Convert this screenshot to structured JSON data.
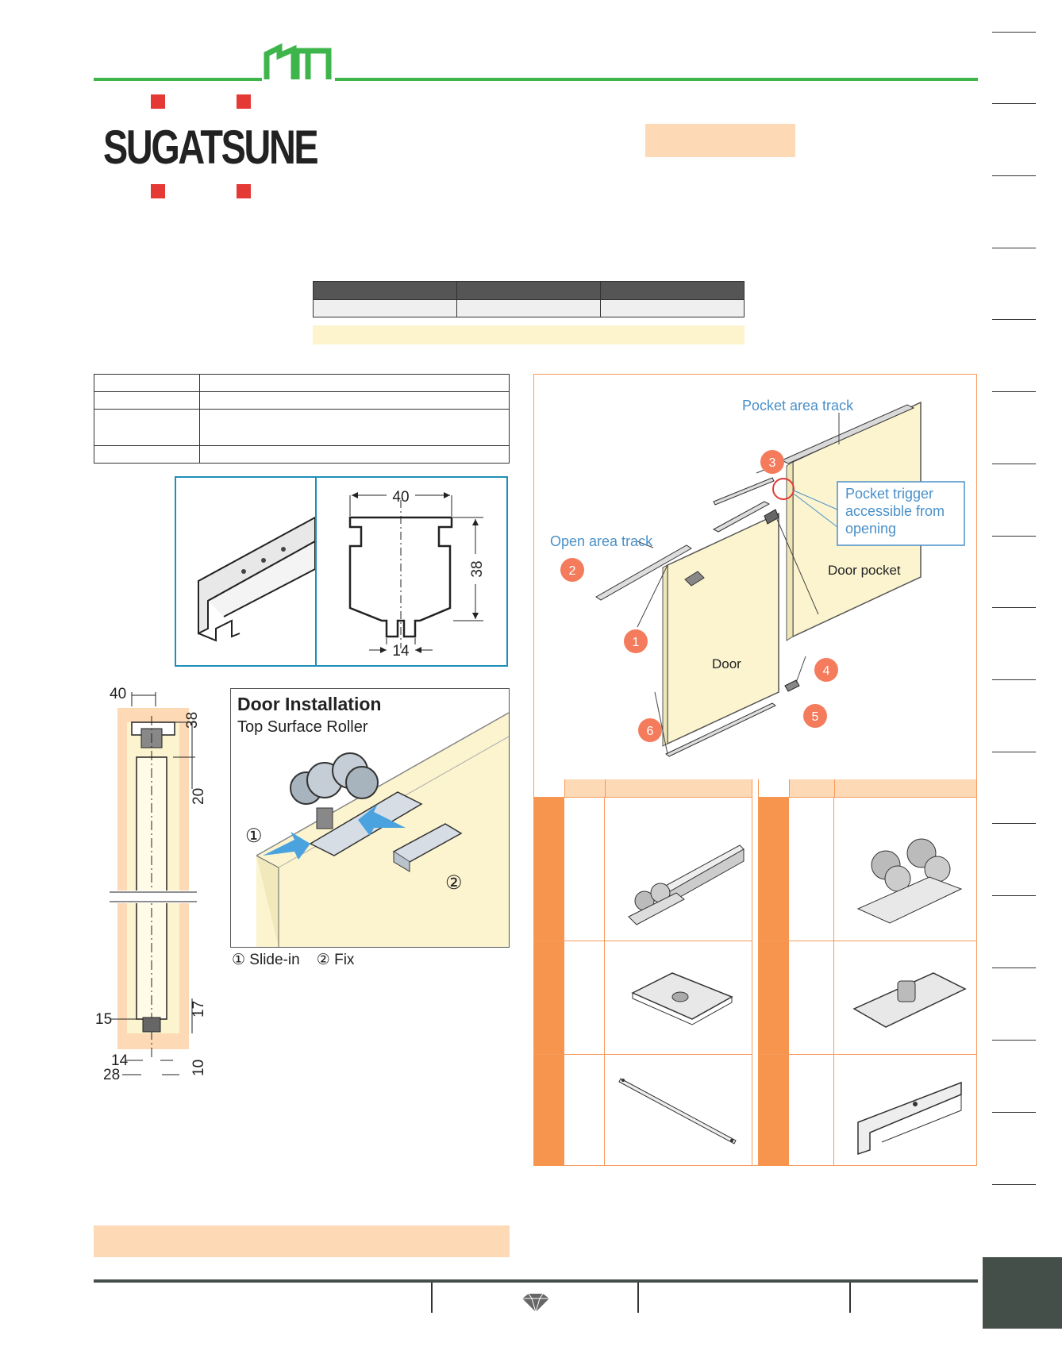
{
  "brand": {
    "name": "SUGATSUNE",
    "colors": {
      "green": "#3db54a",
      "red": "#e53935",
      "orange": "#f79a5a",
      "peach": "#fdd9b5",
      "cream": "#fdf3cc",
      "panel": "#fbf4cf",
      "blue": "#1f8fb8"
    }
  },
  "profile": {
    "dim_width": "40",
    "dim_height": "38",
    "dim_opening": "14"
  },
  "side_section": {
    "d40": "40",
    "d38": "38",
    "d20": "20",
    "d17": "17",
    "d15": "15",
    "d14": "14",
    "d10": "10",
    "d28": "28"
  },
  "install": {
    "title": "Door Installation",
    "subtitle": "Top Surface Roller",
    "step1": "①",
    "step2": "②",
    "caption": "① Slide-in    ② Fix"
  },
  "diagram": {
    "pocket_track": "Pocket area track",
    "open_track": "Open area track",
    "trigger_line1": "Pocket trigger",
    "trigger_line2": "accessible from",
    "trigger_line3": "opening",
    "door_pocket": "Door pocket",
    "door": "Door",
    "badges": [
      "1",
      "2",
      "3",
      "4",
      "5",
      "6"
    ]
  }
}
